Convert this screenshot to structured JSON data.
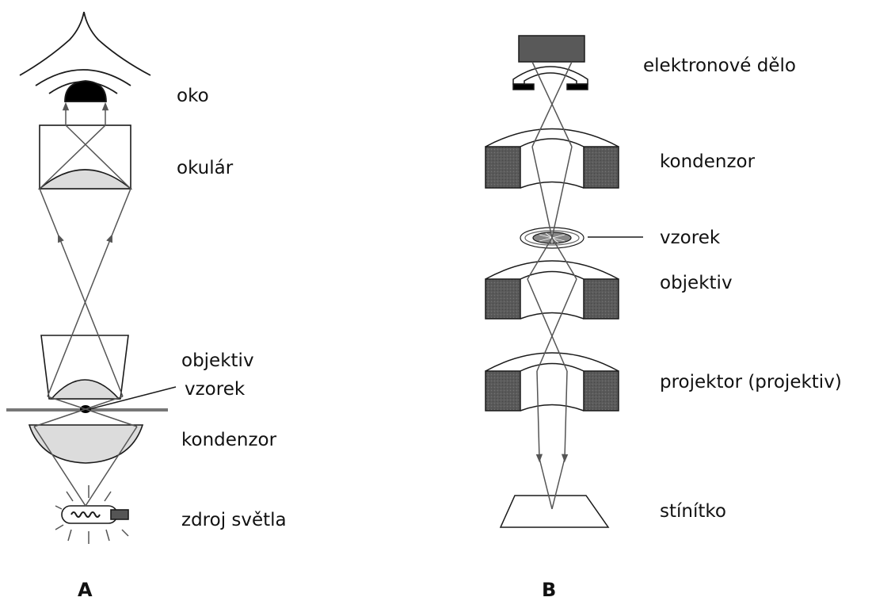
{
  "panel_a": {
    "letter": "A",
    "labels": {
      "eye": "oko",
      "eyepiece": "okulár",
      "objective": "objektiv",
      "specimen": "vzorek",
      "condenser": "kondenzor",
      "light_source": "zdroj světla"
    }
  },
  "panel_b": {
    "letter": "B",
    "labels": {
      "electron_gun": "elektronové dělo",
      "condenser": "kondenzor",
      "specimen": "vzorek",
      "objective": "objektiv",
      "projector": "projektor (projektiv)",
      "screen": "stínítko"
    }
  },
  "colors": {
    "line": "#1a1a1a",
    "ray": "#555555",
    "magnet": "#555555",
    "lens_fill": "#dcdcdc"
  }
}
